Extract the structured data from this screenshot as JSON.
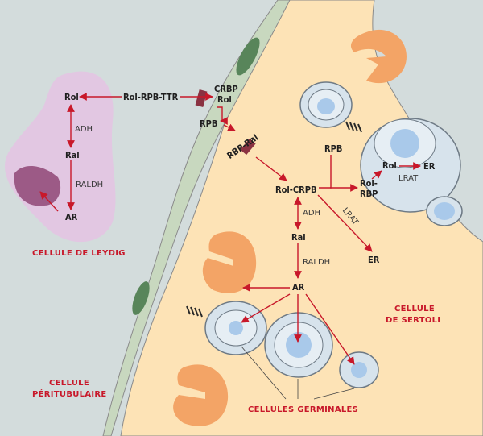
{
  "labels": {
    "rol_leydig": "Rol",
    "adh_leydig": "ADH",
    "ral_leydig": "Ral",
    "raldh_leydig": "RALDH",
    "ar_leydig": "AR",
    "rol_rpb_ttr": "Rol-RPB-TTR",
    "crbp": "CRBP",
    "rol_peri": "Rol",
    "rpb_peri": "RPB",
    "rbp_ral": "RBP-Ral",
    "rol_crpb": "Rol-CRPB",
    "adh_sertoli": "ADH",
    "ral_sertoli": "Ral",
    "raldh_sertoli": "RALDH",
    "ar_sertoli": "AR",
    "lrat_diag": "LRAT",
    "er_mid": "ER",
    "rpb_sertoli": "RPB",
    "rol_cell": "Rol",
    "er_cell": "ER",
    "lrat_cell": "LRAT",
    "rol_rbp_1": "Rol-",
    "rol_rbp_2": "RBP"
  },
  "captions": {
    "leydig": "CELLULE DE LEYDIG",
    "sertoli_1": "CELLULE",
    "sertoli_2": "DE SERTOLI",
    "peritub_1": "CELLULE",
    "peritub_2": "PÉRITUBULAIRE",
    "germinales": "CELLULES GERMINALES"
  },
  "colors": {
    "background": "#d3dcdc",
    "leydig": "#e2c7e2",
    "leydig_nucleus": "#9c5a86",
    "peritubular": "#c8d8bf",
    "peritubular_nucleus": "#58855a",
    "sertoli": "#fde3b6",
    "sertoli_nucleus": "#f3a466",
    "germ_cell": "#d7e3ec",
    "germ_nucleus": "#a9c9ea",
    "arrow": "#c8182a"
  }
}
